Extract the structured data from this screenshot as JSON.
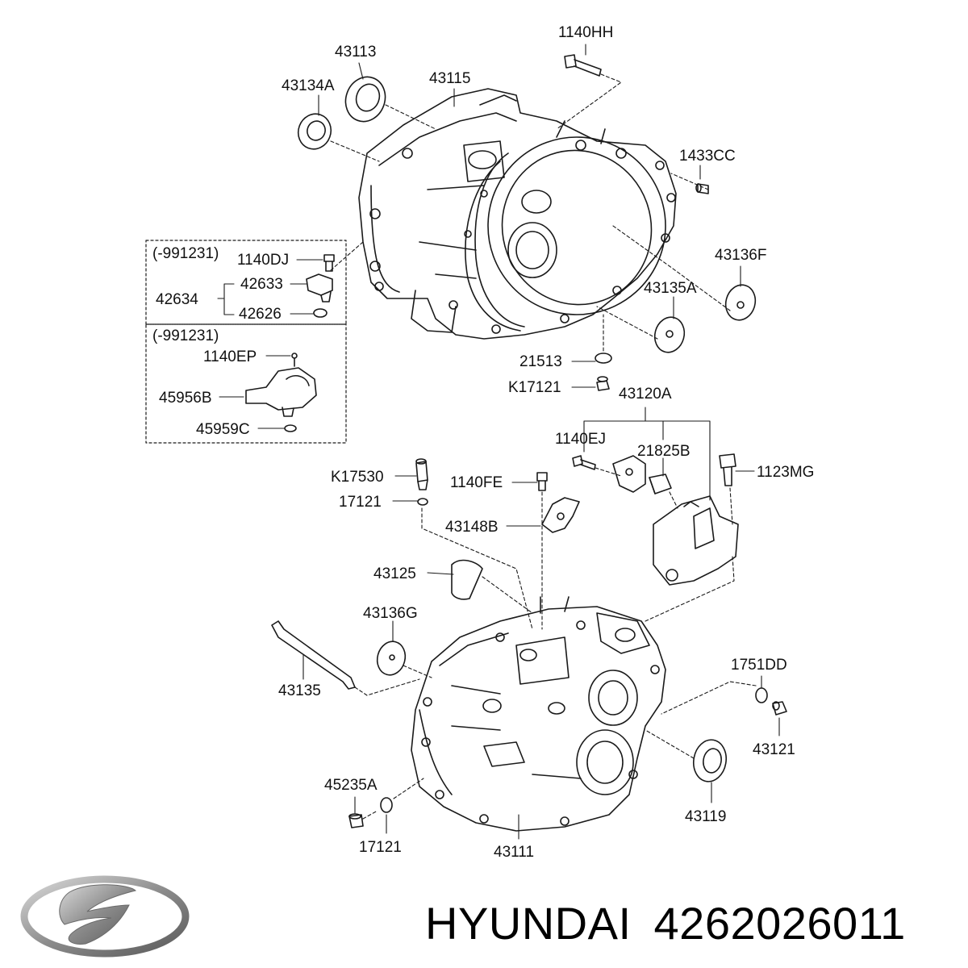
{
  "diagram": {
    "group_labels": [
      "(-991231)",
      "(-991231)"
    ],
    "part_labels": [
      "1140HH",
      "43113",
      "43115",
      "43134A",
      "1433CC",
      "43136F",
      "1140DJ",
      "42633",
      "42634",
      "42626",
      "43135A",
      "21513",
      "K17121",
      "1140EP",
      "45956B",
      "45959C",
      "43120A",
      "1140EJ",
      "21825B",
      "1123MG",
      "K17530",
      "1140FE",
      "17121",
      "43148B",
      "43125",
      "43136G",
      "1751DD",
      "43135",
      "43121",
      "45235A",
      "43119",
      "17121",
      "43111"
    ]
  },
  "brand": {
    "logo_icon": "hyundai-logo-icon",
    "name": "HYUNDAI",
    "part_number": "4262026011"
  },
  "colors": {
    "ink": "#111111",
    "logo": "#8c8c8c"
  }
}
